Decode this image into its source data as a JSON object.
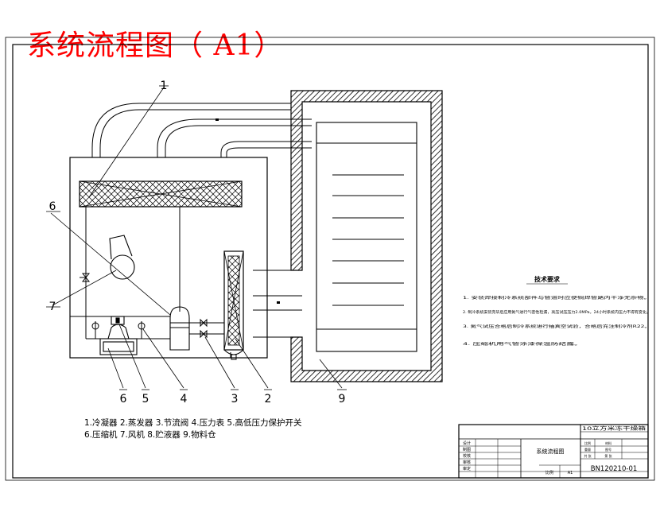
{
  "title": "系统流程图（ A1）",
  "callouts": {
    "c1": "1",
    "c2": "2",
    "c3": "3",
    "c4": "4",
    "c5": "5",
    "c6a": "6",
    "c6b": "6",
    "c7": "7",
    "c9": "9"
  },
  "legend": {
    "line1": "1.冷凝器 2.蒸发器 3.节流阀 4.压力表 5.高低压力保护开关",
    "line2": "6.压缩机 7.风机 8.贮液器 9.物料仓"
  },
  "tech": {
    "title": "技术要求",
    "items": [
      "1.  安装焊接制冷系统部件与管道时应使铜焊管路内干净无杂物。",
      "2.  制冷系统安装完毕后应用氮气进行气密性检漏，高压试压压力2.0MPa，24小时系统内压力不得有变化。",
      "3.  氮气试压合格后制冷系统进行抽真空试验，合格后充注制冷剂R22。",
      "4.  压缩机用气管涂漆保温防结露。"
    ]
  },
  "title_block": {
    "product": "10立方米冻干燥箱",
    "drawing_name": "系统流程图",
    "rows": [
      "设计",
      "制图",
      "校核",
      "审核",
      "审定"
    ],
    "small_cells": [
      "比例",
      "重量",
      "共 张",
      "材料",
      "图号",
      "第 张"
    ],
    "scale_label": "比例",
    "sheet": "A1",
    "drawing_no": "BN120210-01"
  },
  "colors": {
    "title": "#ff0000",
    "line": "#000000",
    "hatch": "#000000"
  }
}
